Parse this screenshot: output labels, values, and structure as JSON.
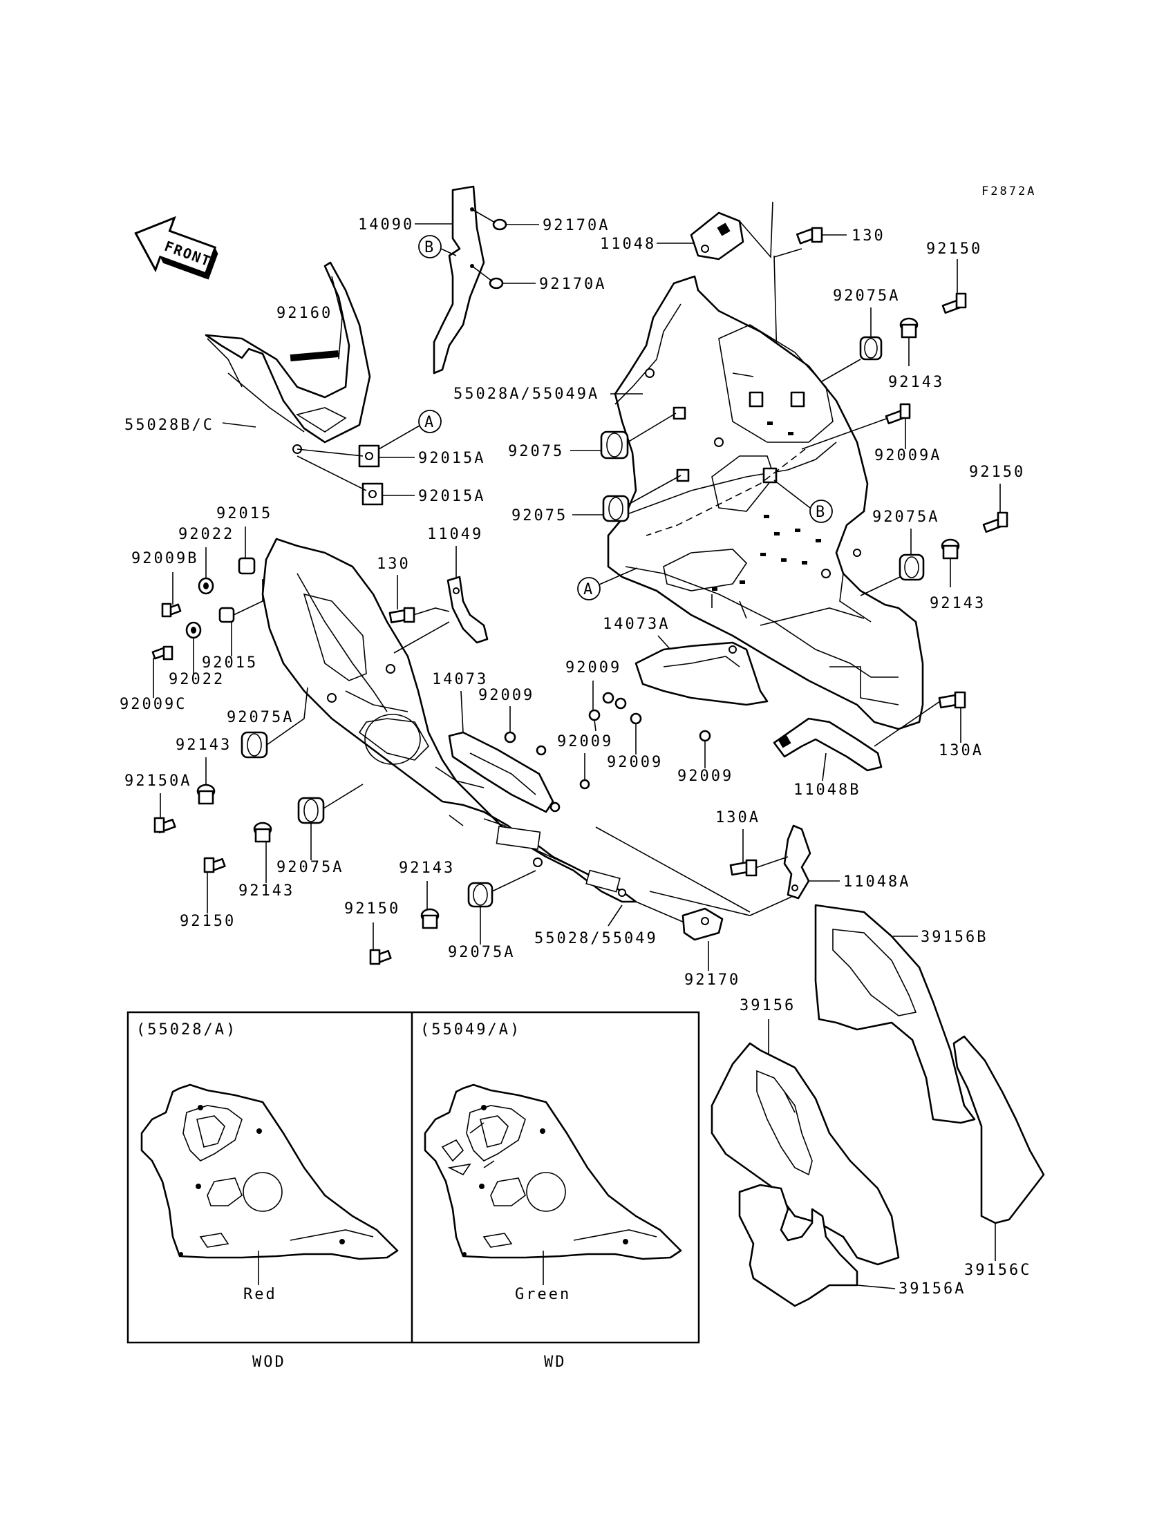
{
  "diagram_code": "F2872A",
  "front_label": "FRONT",
  "ref_a": "A",
  "ref_b": "B",
  "labels": {
    "l14090": "14090",
    "l92170A_1": "92170A",
    "l92170A_2": "92170A",
    "l11048": "11048",
    "l130_top": "130",
    "l92150_top": "92150",
    "l92075A_top": "92075A",
    "l92143_top": "92143",
    "l92160": "92160",
    "l55028BC": "55028B/C",
    "l92015A_1": "92015A",
    "l92015A_2": "92015A",
    "l55028A55049A": "55028A/55049A",
    "l92075_1": "92075",
    "l92075_2": "92075",
    "l92009A": "92009A",
    "l92150_right": "92150",
    "l92075A_right": "92075A",
    "l92143_right": "92143",
    "l92015_a": "92015",
    "l92022_a": "92022",
    "l92009B": "92009B",
    "l92015_b": "92015",
    "l92022_b": "92022",
    "l92009C": "92009C",
    "l11049": "11049",
    "l130_mid": "130",
    "l14073A": "14073A",
    "l92009_1": "92009",
    "l14073": "14073",
    "l92009_2": "92009",
    "l92009_3": "92009",
    "l92009_4": "92009",
    "l92009_5": "92009",
    "l11048B": "11048B",
    "l130A_right": "130A",
    "l92075A_left": "92075A",
    "l92143_left": "92143",
    "l92150A": "92150A",
    "l92075A_low": "92075A",
    "l92143_low": "92143",
    "l92150_low": "92150",
    "l92143_bottom": "92143",
    "l92150_bottom": "92150",
    "l92075A_bottom": "92075A",
    "l55028_55049": "55028/55049",
    "l92170": "92170",
    "l130A_low": "130A",
    "l11048A": "11048A",
    "l39156B": "39156B",
    "l39156": "39156",
    "l39156C": "39156C",
    "l39156A": "39156A"
  },
  "inset": {
    "left_title": "(55028/A)",
    "left_color": "Red",
    "left_caption": "WOD",
    "right_title": "(55049/A)",
    "right_color": "Green",
    "right_caption": "WD"
  }
}
